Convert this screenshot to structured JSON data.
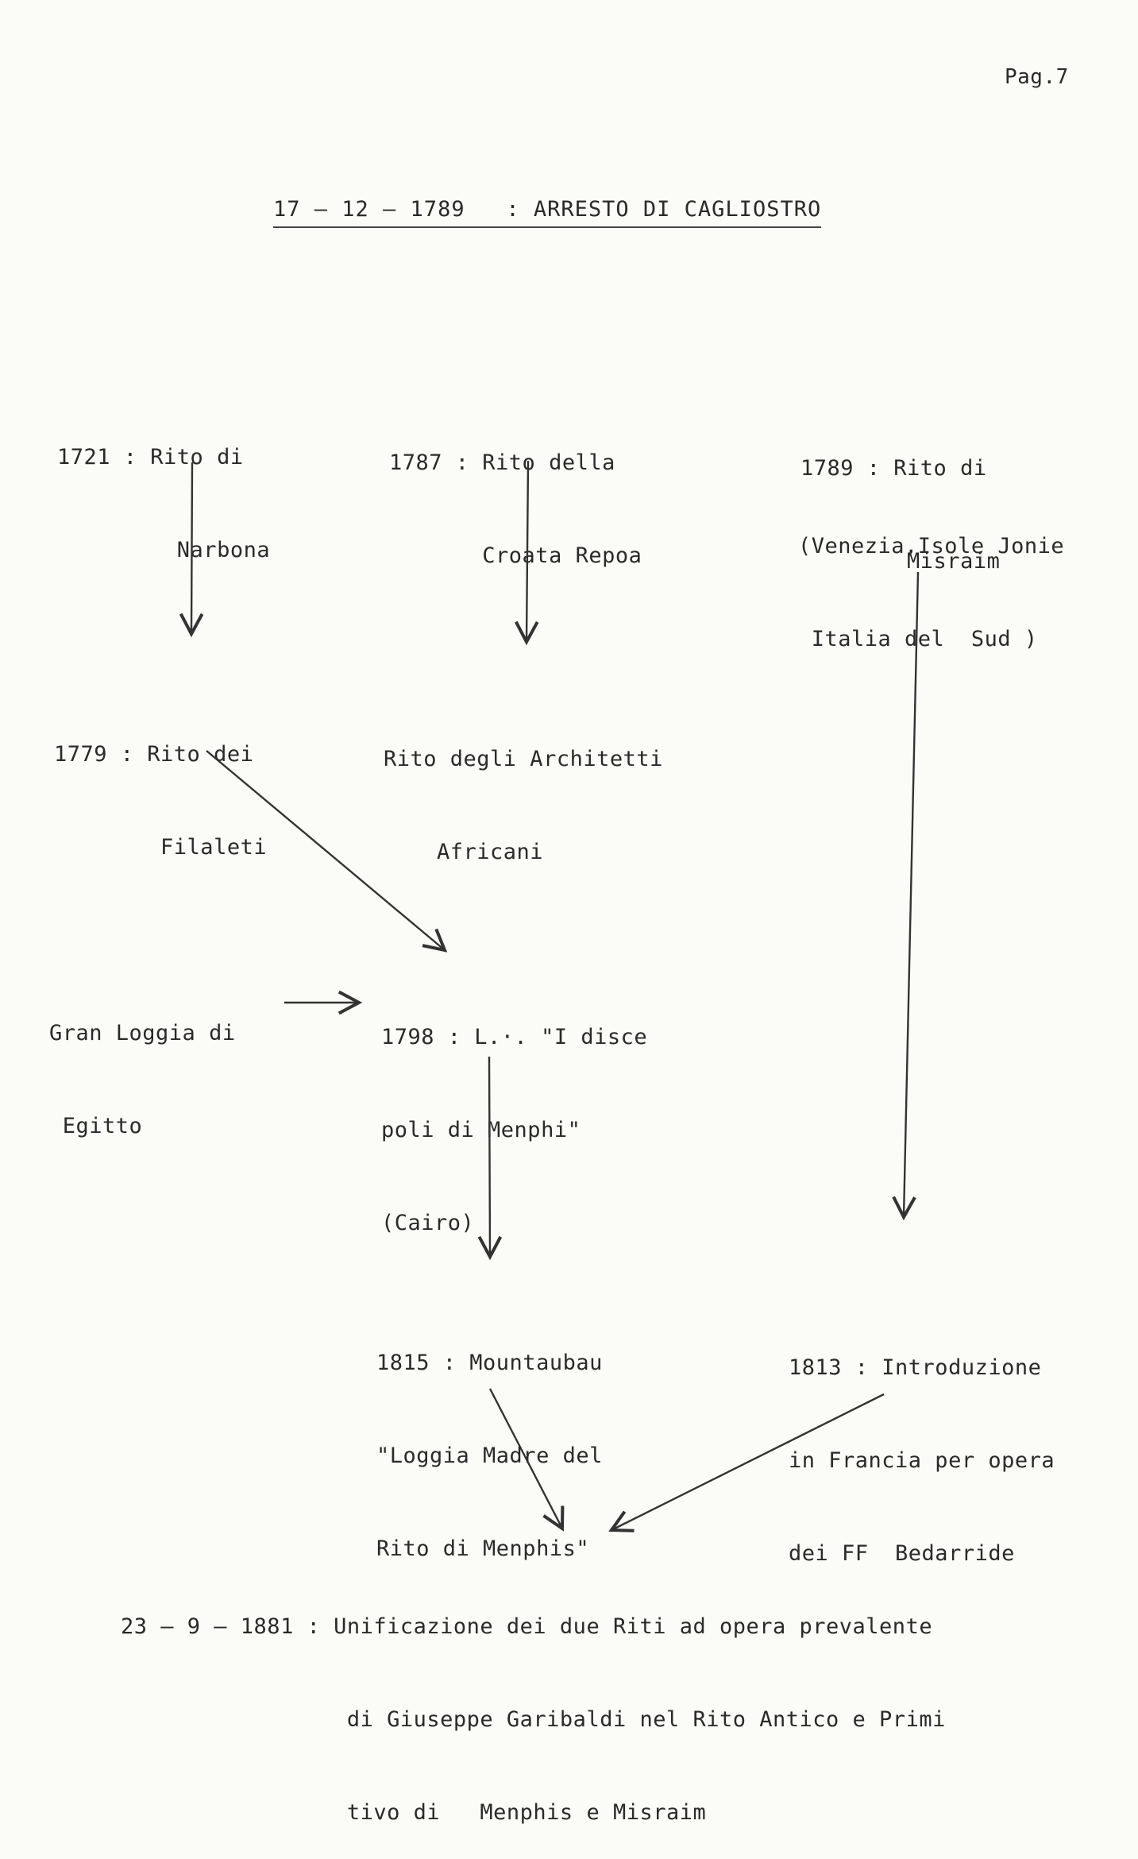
{
  "page_number": "Pag.7",
  "title": "17 – 12 – 1789   : ARRESTO DI CAGLIOSTRO",
  "nodes": {
    "rito_narbona": [
      "1721 : Rito di",
      "         Narbona"
    ],
    "rito_croata_repoa": [
      "1787 : Rito della",
      "       Croata Repoa"
    ],
    "rito_misraim": [
      "1789 : Rito di",
      "        Misraim"
    ],
    "misraim_places": [
      "(Venezia,Isole Jonie",
      " Italia del  Sud )"
    ],
    "rito_filaleti": [
      "1779 : Rito dei",
      "        Filaleti"
    ],
    "rito_architetti": [
      "Rito degli Architetti",
      "    Africani"
    ],
    "gran_loggia": [
      "Gran Loggia di",
      " Egitto"
    ],
    "loggia_discepoli": [
      "1798 : L.·. \"I disce",
      "poli di Menphi\"",
      "(Cairo)"
    ],
    "mountaubau": [
      "1815 : Mountaubau",
      "\"Loggia Madre del",
      "Rito di Menphis\""
    ],
    "introduzione": [
      "1813 : Introduzione",
      "in Francia per opera",
      "dei FF  Bedarride"
    ],
    "unificazione": [
      "23 – 9 – 1881 : Unificazione dei due Riti ad opera prevalente",
      "                 di Giuseppe Garibaldi nel Rito Antico e Primi",
      "                 tivo di   Menphis e Misraim"
    ]
  }
}
